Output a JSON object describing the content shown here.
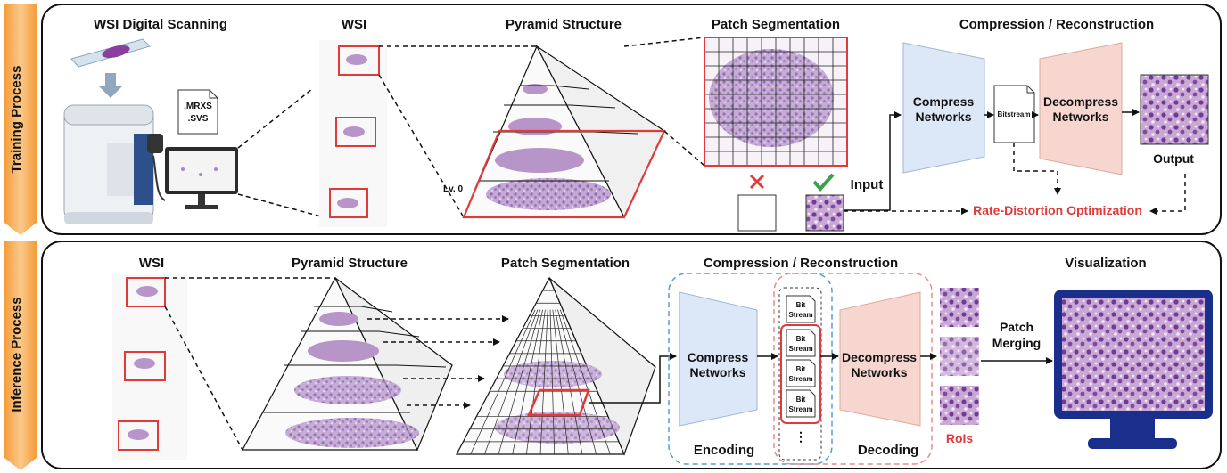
{
  "sidebar": {
    "training_label": "Training Process",
    "inference_label": "Inference Process"
  },
  "training": {
    "title_scanning": "WSI Digital Scanning",
    "file_types": [
      ".MRXS",
      ".SVS"
    ],
    "title_wsi": "WSI",
    "title_pyramid": "Pyramid Structure",
    "level_label": "Lv. 0",
    "title_patch": "Patch Segmentation",
    "input_label": "Input",
    "title_compression": "Compression / Reconstruction",
    "compress_label": [
      "Compress",
      "Networks"
    ],
    "bitstream_label": "Bitstream",
    "decompress_label": [
      "Decompress",
      "Networks"
    ],
    "output_label": "Output",
    "rdo_label": "Rate-Distortion Optimization"
  },
  "inference": {
    "title_wsi": "WSI",
    "title_pyramid": "Pyramid Structure",
    "title_patch": "Patch Segmentation",
    "title_compression": "Compression / Reconstruction",
    "compress_label": [
      "Compress",
      "Networks"
    ],
    "bitstream_items": [
      [
        "Bit",
        "Stream"
      ],
      [
        "Bit",
        "Stream"
      ],
      [
        "Bit",
        "Stream"
      ],
      [
        "Bit",
        "Stream"
      ]
    ],
    "ellipsis": "⋮",
    "decompress_label": [
      "Decompress",
      "Networks"
    ],
    "encoding_label": "Encoding",
    "decoding_label": "Decoding",
    "rois_label": "RoIs",
    "merge_label": [
      "Patch",
      "Merging"
    ],
    "title_visualization": "Visualization"
  },
  "colors": {
    "arrow_orange": "#f6ad4e",
    "red": "#e03a3a",
    "compress_fill": "#dce8f8",
    "decompress_fill": "#f6d6cf",
    "encoding_dash": "#5a9ad8",
    "decoding_dash": "#e58c8c",
    "monitor_blue": "#1a2f8c",
    "tissue": "#a987c0"
  }
}
